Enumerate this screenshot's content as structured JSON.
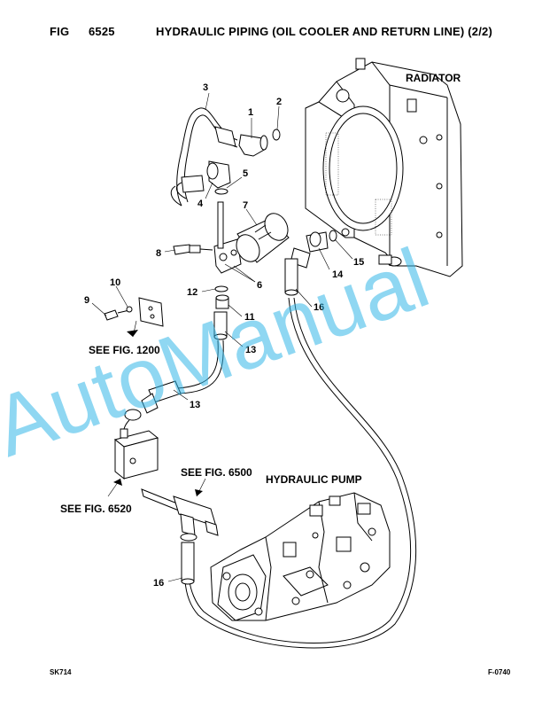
{
  "header": {
    "fig_label": "FIG",
    "fig_number": "6525",
    "title": "HYDRAULIC PIPING (OIL COOLER AND RETURN LINE) (2/2)"
  },
  "captions": {
    "radiator": "RADIATOR",
    "hydraulic_pump": "HYDRAULIC PUMP",
    "see_fig_1200": "SEE FIG. 1200",
    "see_fig_6520": "SEE FIG. 6520",
    "see_fig_6500": "SEE FIG. 6500"
  },
  "callouts": {
    "c1": "1",
    "c2": "2",
    "c3": "3",
    "c4": "4",
    "c5": "5",
    "c6": "6",
    "c7": "7",
    "c8": "8",
    "c9": "9",
    "c10": "10",
    "c11": "11",
    "c12": "12",
    "c13a": "13",
    "c13b": "13",
    "c14": "14",
    "c15": "15",
    "c16a": "16",
    "c16b": "16"
  },
  "watermark": "AutoManual",
  "footer": {
    "left": "SK714",
    "right": "F-0740"
  },
  "colors": {
    "watermark": "#33b7e8",
    "line": "#000000"
  }
}
